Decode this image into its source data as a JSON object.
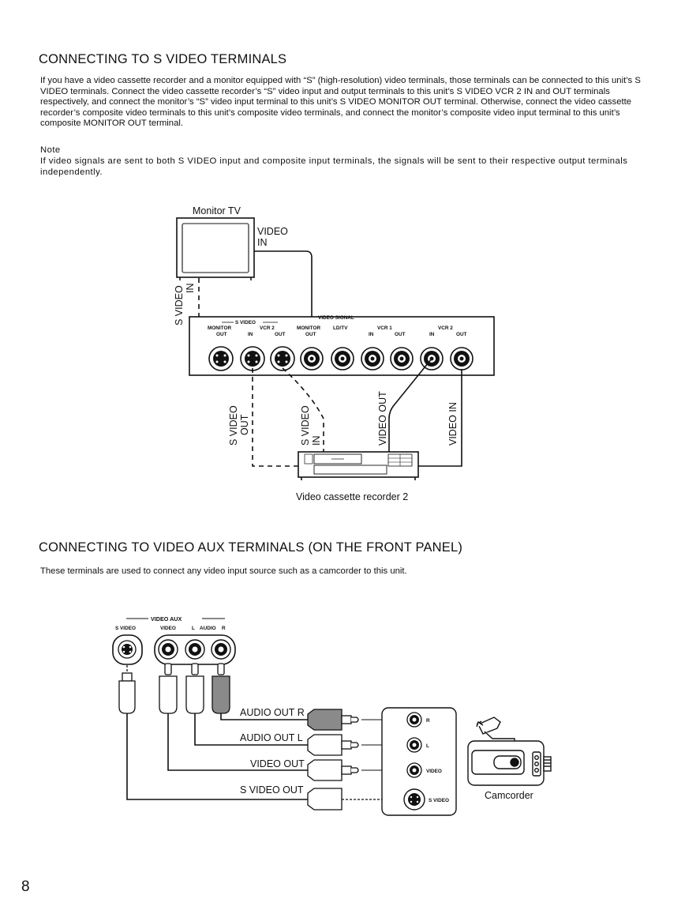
{
  "section1": {
    "heading": "CONNECTING TO S VIDEO TERMINALS",
    "body": "If you have a video cassette recorder and a monitor equipped with “S” (high-resolution) video terminals, those terminals can be connected to this unit’s S VIDEO terminals.  Connect the video cassette recorder’s “S” video input and output terminals to this unit’s S VIDEO VCR 2 IN and OUT terminals respectively, and connect the monitor’s “S” video input terminal to this unit’s S VIDEO MONITOR OUT terminal.  Otherwise, connect the video cassette recorder’s composite video terminals to this unit’s composite video terminals, and connect the monitor’s composite video input terminal to this unit’s composite MONITOR OUT terminal.",
    "note_title": "Note",
    "note_body": "If video signals are sent to both S VIDEO input and composite input terminals, the signals will be sent to their respective output terminals independently."
  },
  "diagram1": {
    "monitor_label": "Monitor TV",
    "video_in_line1": "VIDEO",
    "video_in_line2": "IN",
    "s_video_in_monitor": "S VIDEO",
    "s_video_in_monitor_2": "IN",
    "panel": {
      "s_video_header": "S VIDEO",
      "video_signal_header": "VIDEO SIGNAL",
      "monitor_top": "MONITOR",
      "monitor_out": "OUT",
      "vcr2_top": "VCR 2",
      "in": "IN",
      "out": "OUT",
      "monitor_v_top": "MONITOR",
      "monitor_v_out": "OUT",
      "ldtv": "LD/TV",
      "vcr1": "VCR 1",
      "vcr2": "VCR 2"
    },
    "cable_s_video_out_1": "S VIDEO",
    "cable_s_video_out_2": "OUT",
    "cable_s_video_in_1": "S VIDEO",
    "cable_s_video_in_2": "IN",
    "cable_video_out": "VIDEO OUT",
    "cable_video_in": "VIDEO IN",
    "vcr_label": "Video cassette recorder 2"
  },
  "section2": {
    "heading": "CONNECTING TO VIDEO AUX TERMINALS (ON THE FRONT PANEL)",
    "body": "These terminals are used to connect any video input source such as a camcorder to this unit."
  },
  "diagram2": {
    "video_aux_header": "VIDEO   AUX",
    "s_video": "S VIDEO",
    "video": "VIDEO",
    "l": "L",
    "audio": "AUDIO",
    "r": "R",
    "audio_out_r": "AUDIO OUT R",
    "audio_out_l": "AUDIO OUT L",
    "video_out": "VIDEO OUT",
    "s_video_out": "S VIDEO OUT",
    "jack_r": "R",
    "jack_l": "L",
    "jack_video": "VIDEO",
    "jack_s_video": "S VIDEO",
    "camcorder_label": "Camcorder"
  },
  "page_number": "8"
}
